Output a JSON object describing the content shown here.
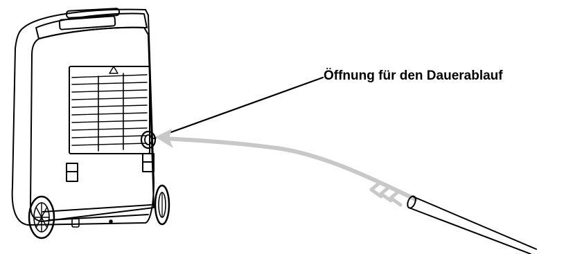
{
  "callout": {
    "label": "Öffnung für den Dauerablauf"
  },
  "colors": {
    "line": "#000000",
    "arrow": "#c8c8c8",
    "background": "#ffffff"
  },
  "icons": {
    "device": "dehumidifier-rear-view",
    "hose": "drain-hose",
    "arrow": "insertion-arrow"
  }
}
